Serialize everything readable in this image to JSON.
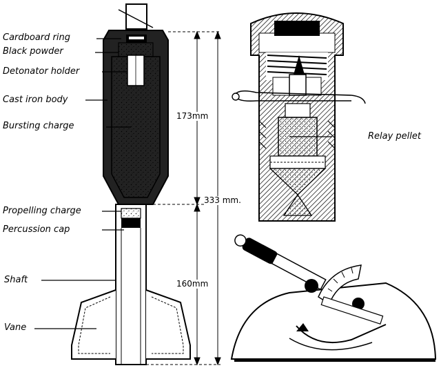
{
  "labels": {
    "cardboard_ring": "Cardboard ring",
    "black_powder": "Black powder",
    "detonator_holder": "Detonator holder",
    "cast_iron_body": "Cast iron body",
    "bursting_charge": "Bursting charge",
    "propelling_charge": "Propelling charge",
    "percussion_cap": "Percussion cap",
    "shaft": "Shaft",
    "vane": "Vane",
    "relay_pellet": "Relay pellet"
  },
  "dimensions": {
    "upper": "173mm",
    "overall": "333 mm.",
    "lower": "160mm"
  },
  "colors": {
    "ink": "#000000",
    "paper": "#ffffff"
  }
}
